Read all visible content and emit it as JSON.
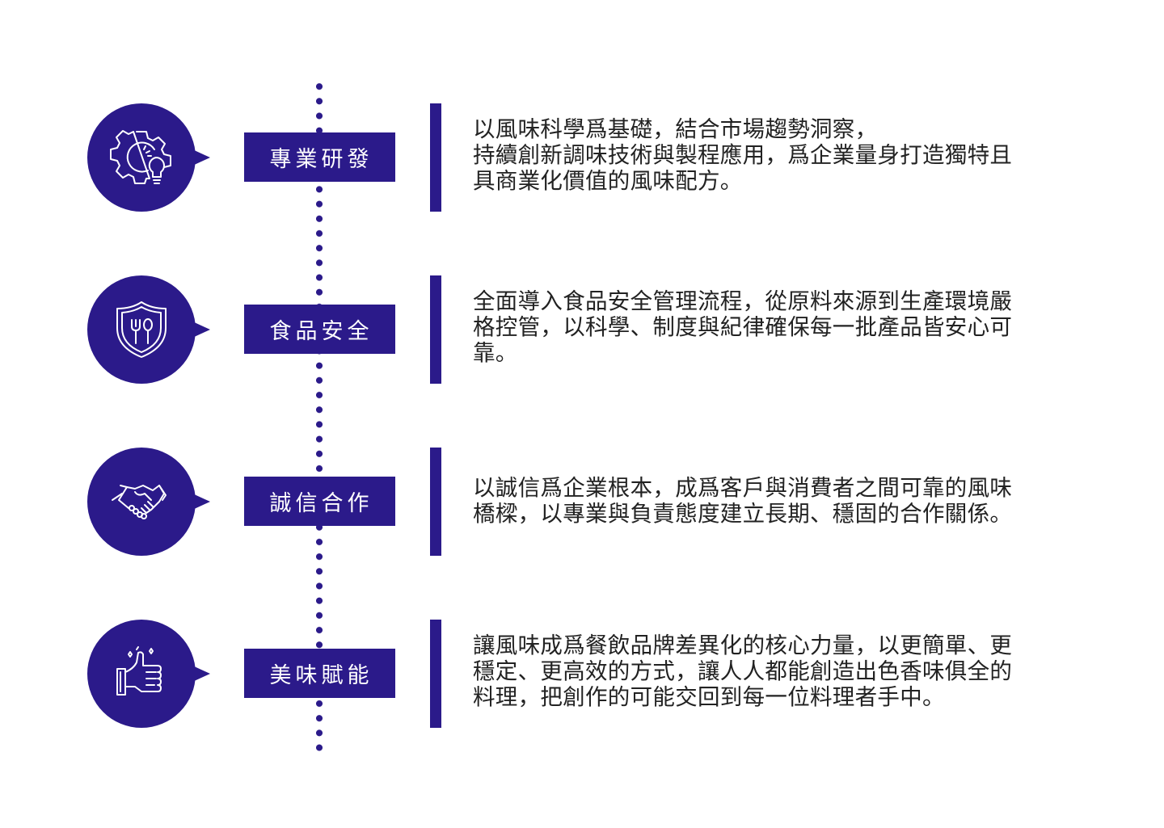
{
  "colors": {
    "primary": "#2b1a8a",
    "text": "#222222",
    "background": "#ffffff"
  },
  "items": [
    {
      "icon": "gear-lightbulb-icon",
      "title": "專業研發",
      "lines": [
        "以風味科學爲基礎，結合市場趨勢洞察，",
        "持續創新調味技術與製程應用，爲企業量身打造獨特且",
        "具商業化價值的風味配方。"
      ]
    },
    {
      "icon": "shield-fork-spoon-icon",
      "title": "食品安全",
      "lines": [
        "全面導入食品安全管理流程，從原料來源到生產環境嚴",
        "格控管，以科學、制度與紀律確保每一批產品皆安心可",
        "靠。"
      ]
    },
    {
      "icon": "handshake-icon",
      "title": "誠信合作",
      "lines": [
        "以誠信爲企業根本，成爲客戶與消費者之間可靠的風味",
        "橋樑，以專業與負責態度建立長期、穩固的合作關係。"
      ]
    },
    {
      "icon": "thumbs-up-sparkle-icon",
      "title": "美味賦能",
      "lines": [
        "讓風味成爲餐飲品牌差異化的核心力量，以更簡單、更",
        "穩定、更高效的方式，讓人人都能創造出色香味俱全的",
        "料理，把創作的可能交回到每一位料理者手中。"
      ]
    }
  ]
}
